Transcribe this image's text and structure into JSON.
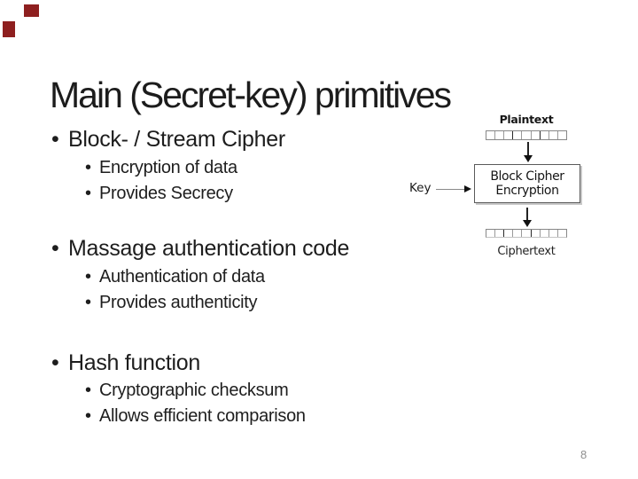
{
  "slide": {
    "title": "Main (Secret-key) primitives",
    "page_number": "8",
    "accent_color": "#8e1f1f",
    "bullets": [
      {
        "label": "Block- / Stream Cipher",
        "sub": [
          "Encryption of data",
          "Provides Secrecy"
        ]
      },
      {
        "label": "Massage authentication code",
        "sub": [
          "Authentication of data",
          "Provides authenticity"
        ]
      },
      {
        "label": "Hash function",
        "sub": [
          "Cryptographic checksum",
          "Allows efficient comparison"
        ]
      }
    ],
    "diagram": {
      "plaintext_label": "Plaintext",
      "key_label": "Key",
      "box_line1": "Block Cipher",
      "box_line2": "Encryption",
      "ciphertext_label": "Ciphertext",
      "bit_cells": 9
    }
  }
}
